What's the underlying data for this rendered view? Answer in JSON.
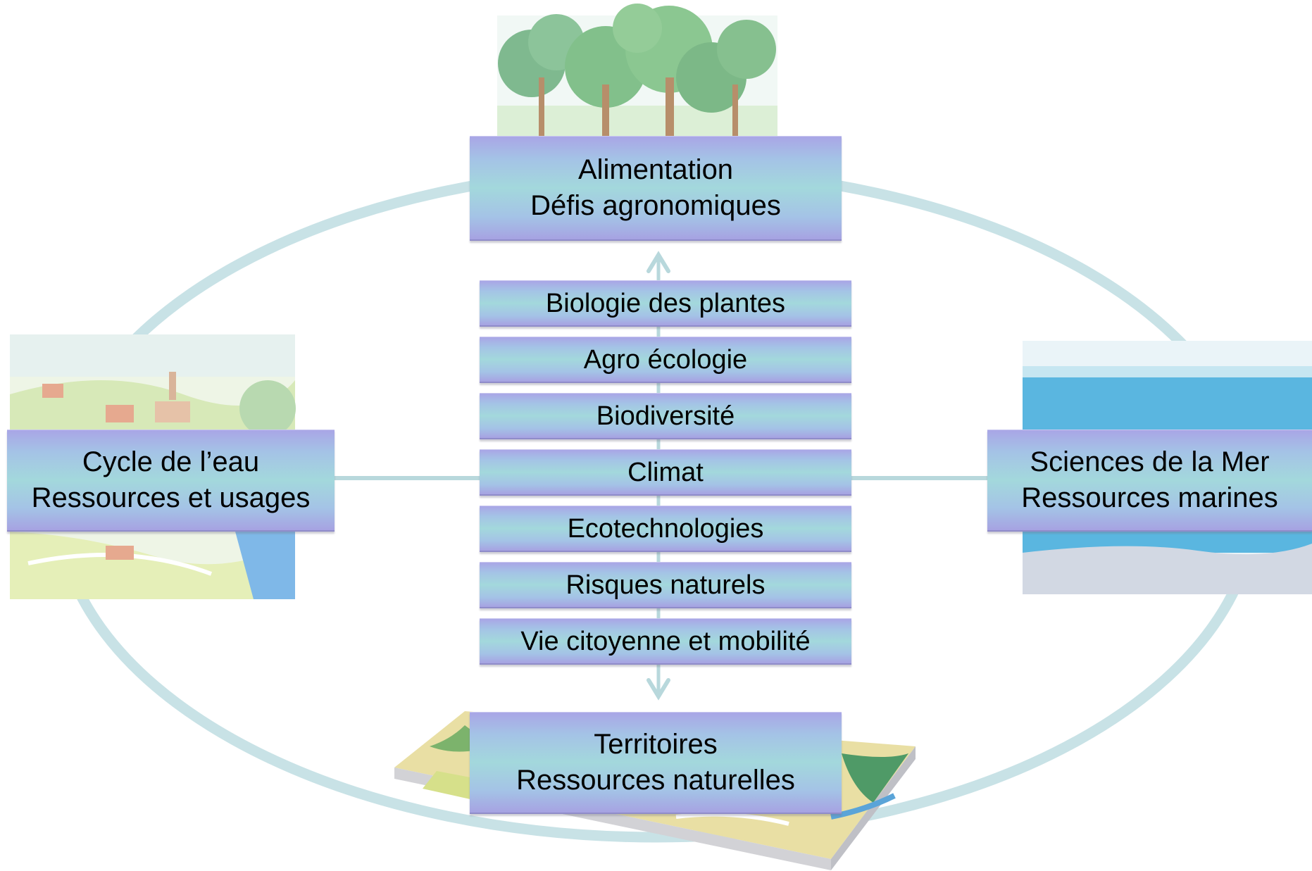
{
  "central_topics": [
    {
      "label": "Biologie des plantes"
    },
    {
      "label": "Agro écologie"
    },
    {
      "label": "Biodiversité"
    },
    {
      "label": "Climat"
    },
    {
      "label": "Ecotechnologies"
    },
    {
      "label": "Risques naturels"
    },
    {
      "label": "Vie citoyenne et mobilité"
    }
  ],
  "poles": {
    "top": {
      "line1": "Alimentation",
      "line2": "Défis agronomiques"
    },
    "left": {
      "line1": "Cycle de l’eau",
      "line2": "Ressources et usages"
    },
    "right": {
      "line1": "Sciences de la Mer",
      "line2": "Ressources marines"
    },
    "bottom": {
      "line1": "Territoires",
      "line2": "Ressources naturelles"
    }
  },
  "illustrations": {
    "top": "forest-illustration",
    "left": "village-illustration",
    "right": "sea-illustration",
    "bottom": "landscape-block-illustration"
  },
  "colors": {
    "ring": "#c8e2e6",
    "box_purple": "#a9a6e6",
    "box_teal": "#a3d8dc",
    "connector": "#b8d8dc"
  }
}
